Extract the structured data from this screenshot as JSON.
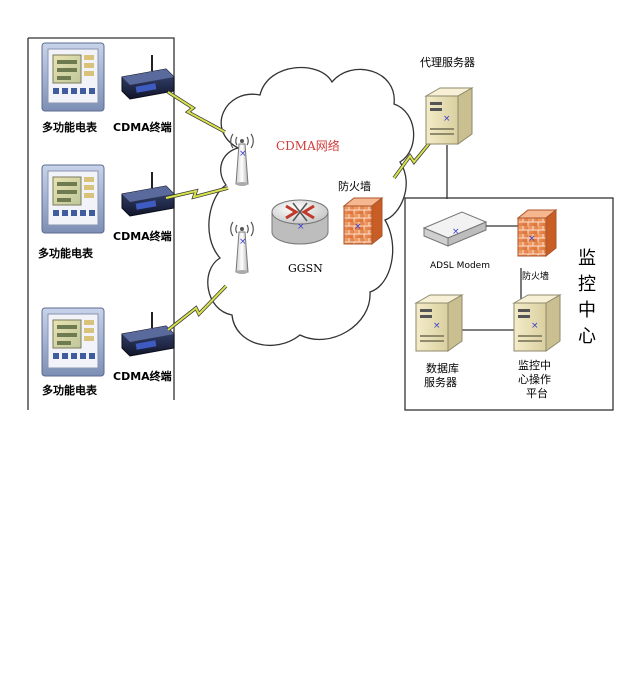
{
  "labels": {
    "meter": "多功能电表",
    "terminal": "CDMA终端",
    "network": "CDMA网络",
    "ggsn": "GGSN",
    "firewall_cloud": "防火墙",
    "proxy_server": "代理服务器",
    "adsl_modem": "ADSL Modem",
    "firewall_center": "防火墙",
    "db_server_line1": "数据库",
    "db_server_line2": "服务器",
    "platform_line1": "监控中",
    "platform_line2": "心操作",
    "platform_line3": "平台",
    "center_chars": [
      "监",
      "控",
      "中",
      "心"
    ]
  },
  "colors": {
    "server_body": "#e6ddb8",
    "firewall": "#e8854a",
    "network_label": "#d23a3a",
    "lightning": "#d8e24a"
  }
}
